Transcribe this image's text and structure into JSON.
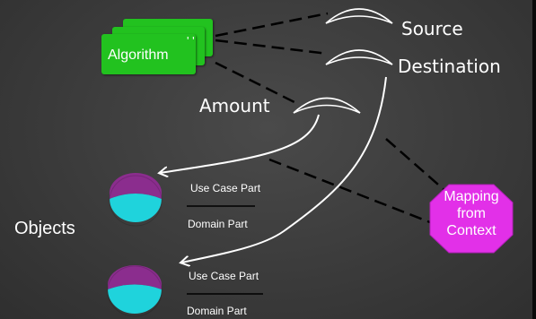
{
  "diagram": {
    "algorithm": {
      "label": "Algorithm",
      "stack_marks": "' '",
      "color": "#22c21f"
    },
    "roles": {
      "source": "Source",
      "destination": "Destination",
      "amount": "Amount"
    },
    "objects_label": "Objects",
    "objects": [
      {
        "use_case": "Use Case Part",
        "domain": "Domain Part"
      },
      {
        "use_case": "Use Case Part",
        "domain": "Domain Part"
      }
    ],
    "mapping": {
      "line1": "Mapping",
      "line2": "from",
      "line3": "Context",
      "color": "#e230e8"
    },
    "colors": {
      "object_top": "#8b2d8e",
      "object_bottom": "#1fd3dc",
      "background": "#3a3a3a"
    }
  }
}
